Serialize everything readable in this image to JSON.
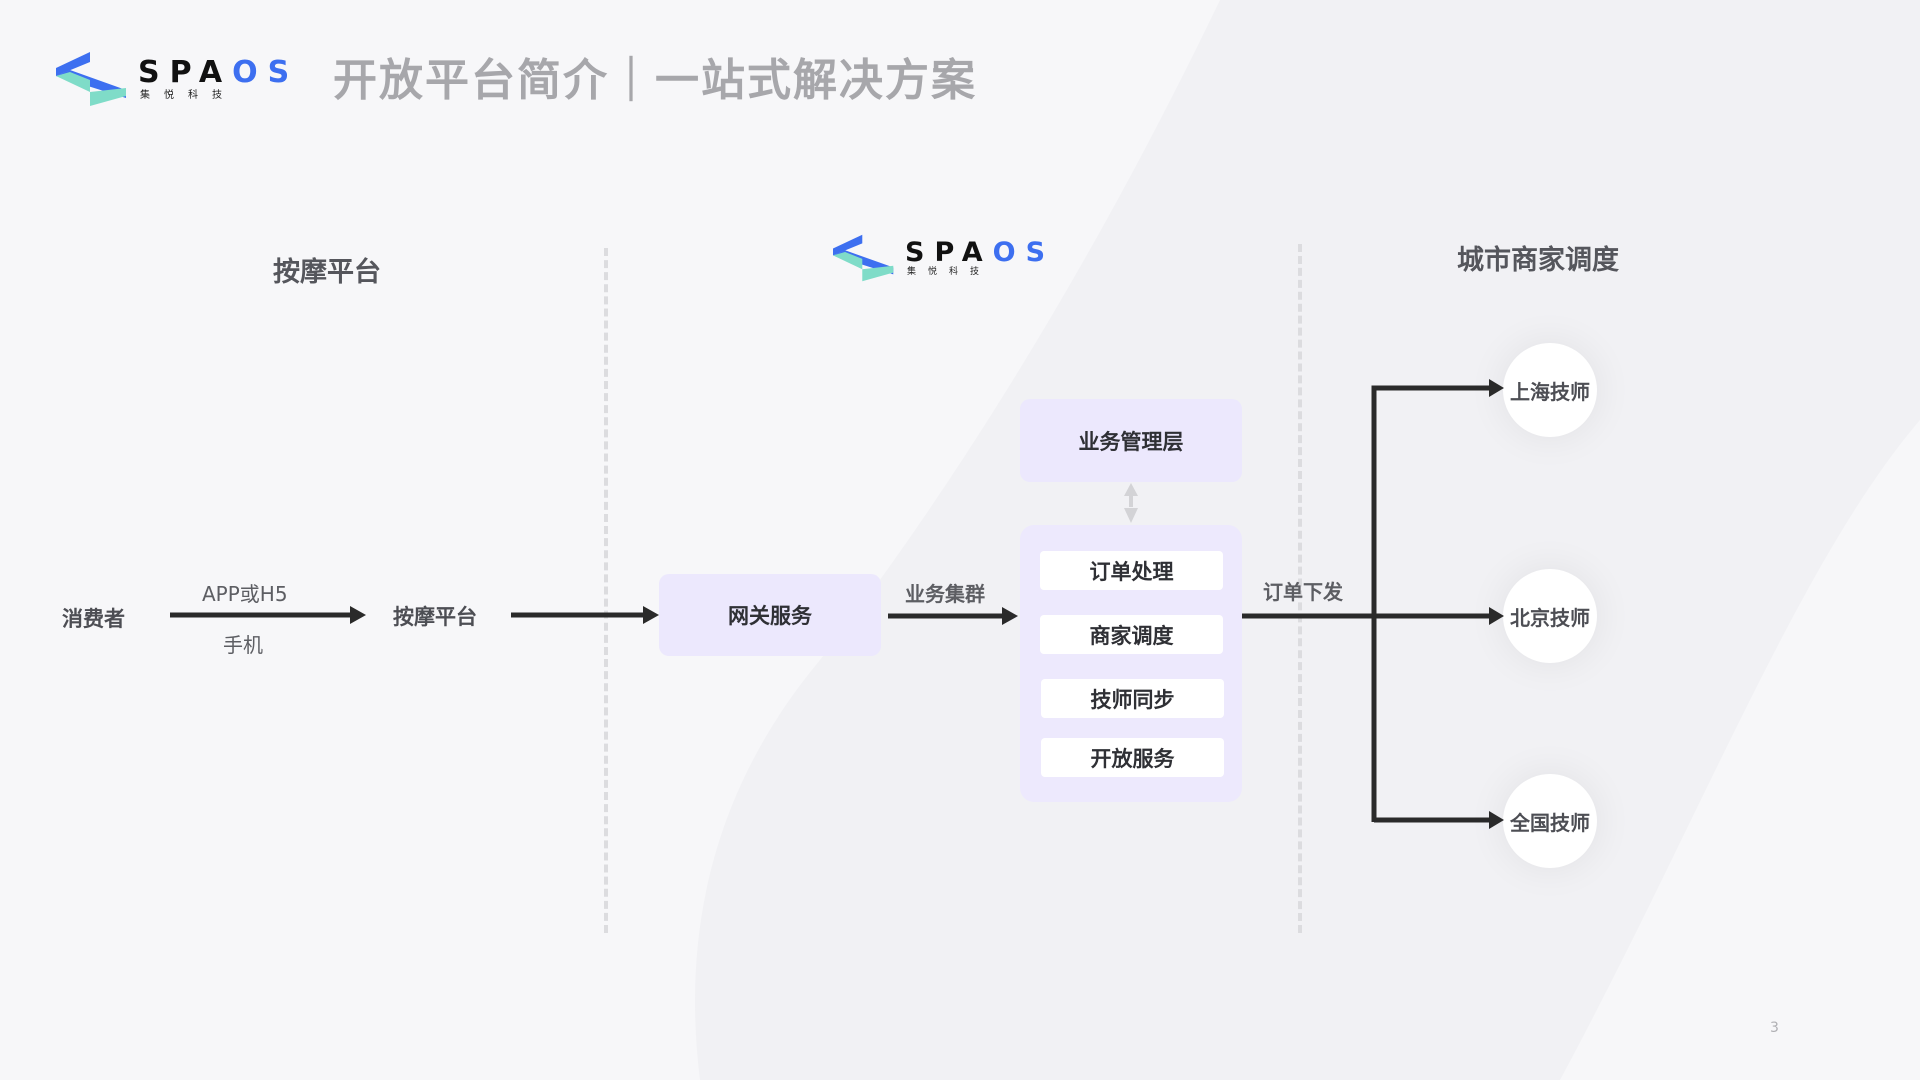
{
  "header": {
    "logo": {
      "word_dark": "SPA",
      "word_blue": "OS",
      "sub": "集悦科技"
    },
    "title": "开放平台简介｜一站式解决方案"
  },
  "columns": {
    "left_title": "按摩平台",
    "center_logo": {
      "word_dark": "SPA",
      "word_blue": "OS",
      "sub": "集悦科技"
    },
    "right_title": "城市商家调度"
  },
  "flow": {
    "consumer": "消费者",
    "edge1_top": "APP或H5",
    "edge1_bottom": "手机",
    "platform": "按摩平台",
    "gateway": "网关服务",
    "edge_cluster": "业务集群",
    "mgmt_layer": "业务管理层",
    "cluster_items": [
      "订单处理",
      "商家调度",
      "技师同步",
      "开放服务"
    ],
    "edge_dispatch": "订单下发",
    "targets": [
      "上海技师",
      "北京技师",
      "全国技师"
    ]
  },
  "colors": {
    "logo_blue": "#3d6ff0",
    "logo_teal": "#7fdcc8",
    "box_fill": "#ece8fd",
    "arrow": "#2a2a2a"
  },
  "footer": {
    "page_number": "3"
  }
}
